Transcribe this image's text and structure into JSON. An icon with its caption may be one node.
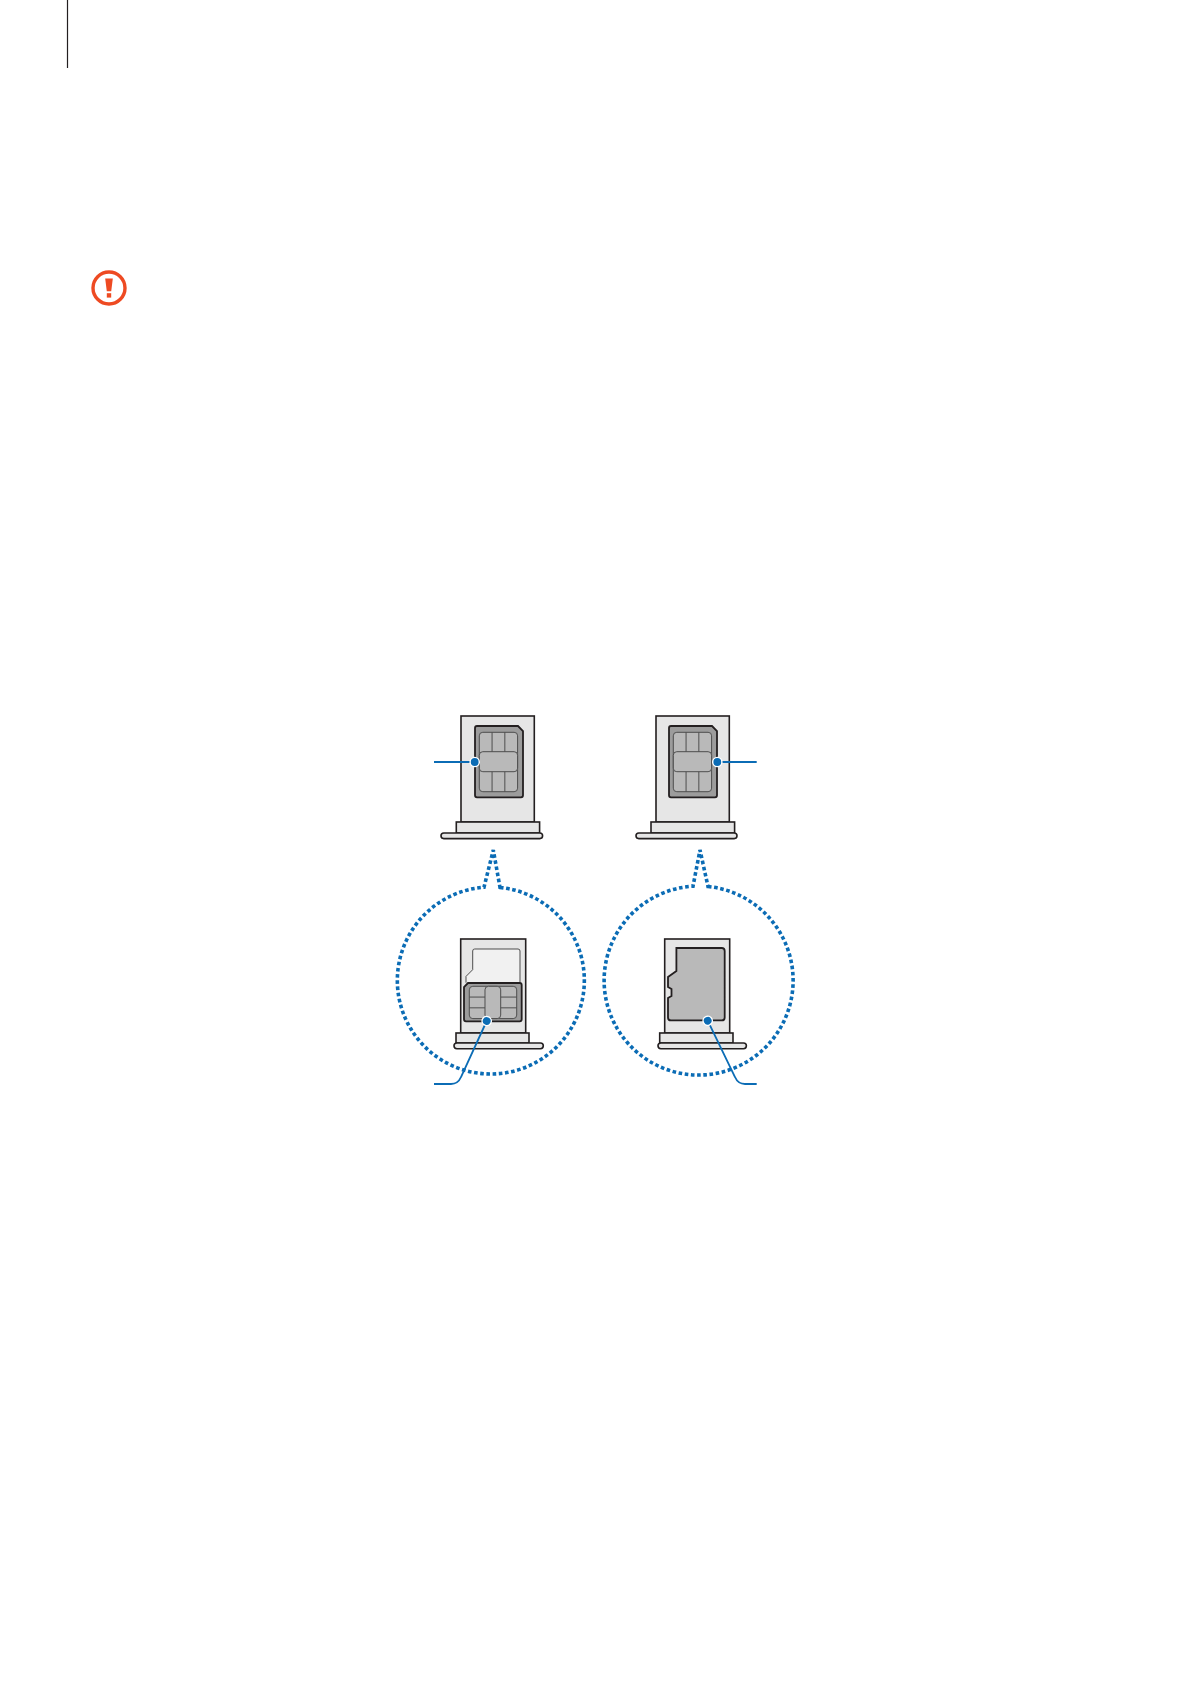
{
  "diagram": {
    "nodes": [
      {
        "text": [],
        "shape": "picture"
      },
      {
        "text": [],
        "shape": "picture"
      },
      {
        "text": [],
        "shape": "picture"
      },
      {
        "text": [],
        "shape": "box"
      }
    ],
    "edges": [
      {
        "from": null,
        "to": 0,
        "arrow": "other"
      },
      {
        "from": null,
        "to": 1,
        "arrow": "other"
      },
      {
        "from": null,
        "to": 2,
        "arrow": "other"
      },
      {
        "from": null,
        "to": 3,
        "arrow": "other"
      }
    ]
  }
}
